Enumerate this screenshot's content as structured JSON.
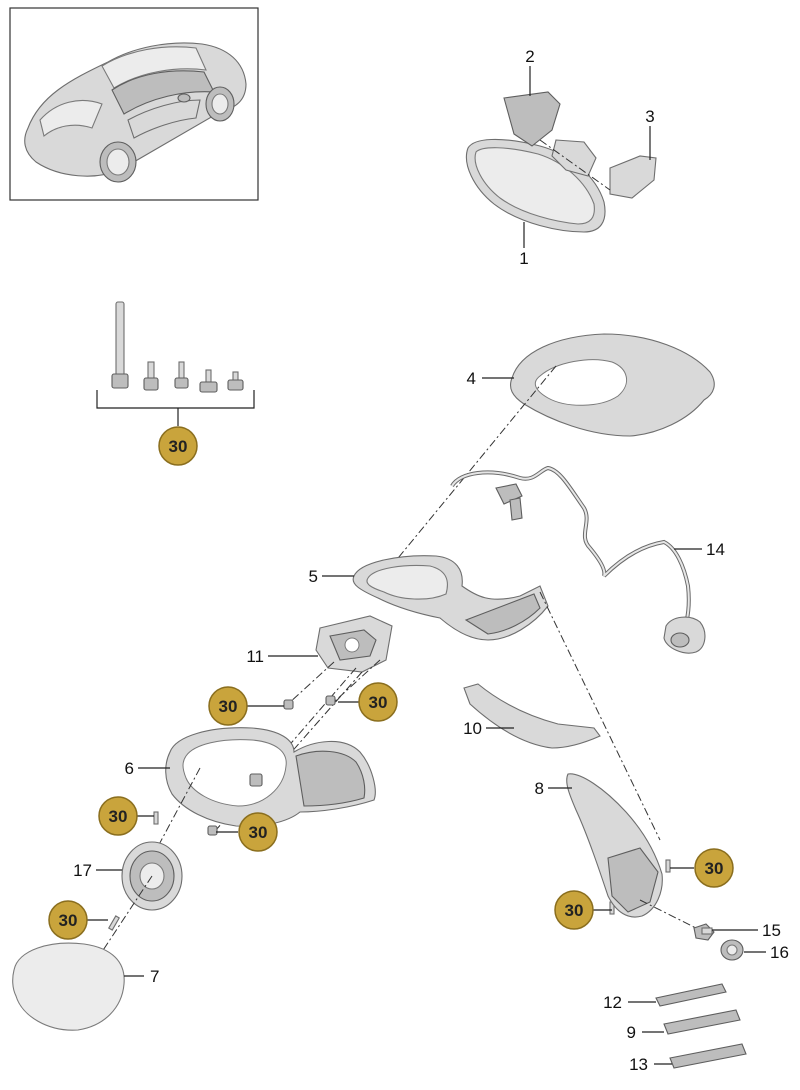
{
  "callouts": [
    {
      "id": "1",
      "label": "1"
    },
    {
      "id": "2",
      "label": "2"
    },
    {
      "id": "3",
      "label": "3"
    },
    {
      "id": "4",
      "label": "4"
    },
    {
      "id": "5",
      "label": "5"
    },
    {
      "id": "6",
      "label": "6"
    },
    {
      "id": "7",
      "label": "7"
    },
    {
      "id": "8",
      "label": "8"
    },
    {
      "id": "9",
      "label": "9"
    },
    {
      "id": "10",
      "label": "10"
    },
    {
      "id": "11",
      "label": "11"
    },
    {
      "id": "12",
      "label": "12"
    },
    {
      "id": "13",
      "label": "13"
    },
    {
      "id": "14",
      "label": "14"
    },
    {
      "id": "15",
      "label": "15"
    },
    {
      "id": "16",
      "label": "16"
    },
    {
      "id": "17",
      "label": "17"
    }
  ],
  "badge_label": "30",
  "colors": {
    "badge_fill": "#c9a43c",
    "badge_stroke": "#8a6e1e",
    "part_fill": "#d9d9d9",
    "line": "#222222"
  }
}
